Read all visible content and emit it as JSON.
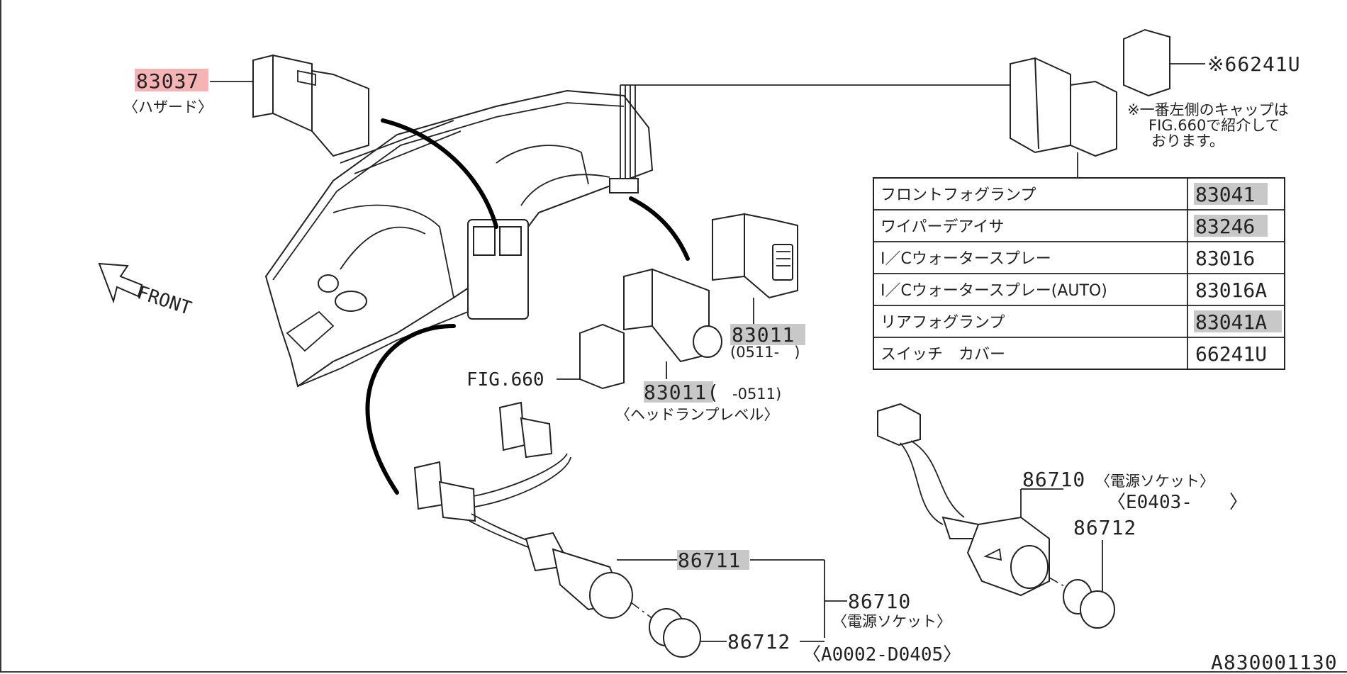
{
  "diagram": {
    "figure_id": "A830001130",
    "front_label": "FRONT",
    "hazard": {
      "part_no": "83037",
      "name": "〈ハザード〉"
    },
    "cap": {
      "part_no": "※66241U",
      "note_lines": [
        "※一番左側のキャップは",
        "FIG.660で紹介して",
        "おります。"
      ]
    },
    "switch_table": {
      "rows": [
        {
          "name": "フロントフォグランプ",
          "part_no": "83041",
          "highlight": true
        },
        {
          "name": "ワイパーデアイサ",
          "part_no": "83246",
          "highlight": true
        },
        {
          "name": "I／Cウォータースプレー",
          "part_no": "83016",
          "highlight": false
        },
        {
          "name": "I／Cウォータースプレー(AUTO)",
          "part_no": "83016A",
          "highlight": false
        },
        {
          "name": "リアフォグランプ",
          "part_no": "83041A",
          "highlight": true
        },
        {
          "name": "スイッチ　カバー",
          "part_no": "66241U",
          "highlight": false
        }
      ]
    },
    "headlamp_switch_a": {
      "part_no": "83011",
      "range": "(0511-　)"
    },
    "headlamp_switch_b": {
      "part_no": "83011(",
      "range": "　-0511)",
      "name": "〈ヘッドランプレベル〉"
    },
    "fig660": {
      "label": "FIG.660"
    },
    "socket_left": {
      "part_no_711": "86711",
      "part_no_710": "86710",
      "name_710": "〈電源ソケット〉",
      "part_no_712": "86712",
      "range": "〈A0002-D0405〉"
    },
    "socket_right": {
      "part_no_710": "86710",
      "name_710": "〈電源ソケット〉",
      "range": "〈E0403-　　〉",
      "part_no_712": "86712"
    },
    "colors": {
      "highlight_red": "#f5b3b3",
      "highlight_gray": "#c8c8c8",
      "ink": "#222222"
    }
  }
}
